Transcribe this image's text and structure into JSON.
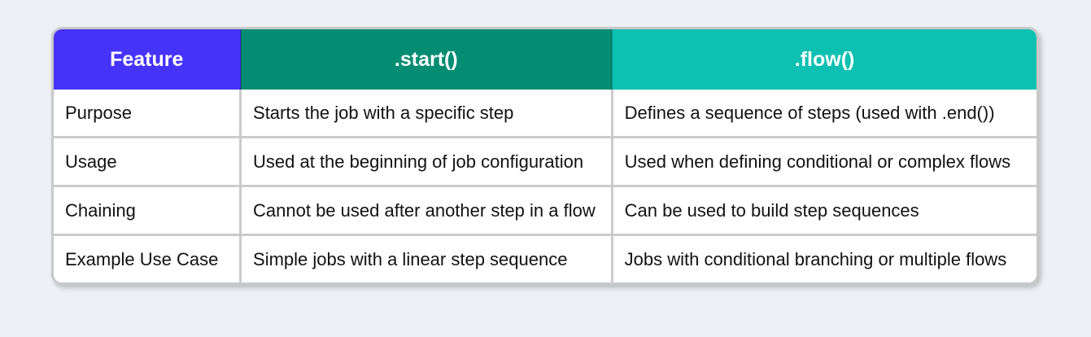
{
  "colors": {
    "page_background": "#edf0f4",
    "header_backgrounds": [
      "#4633fa",
      "#048d73",
      "#0cc1b2"
    ],
    "header_text": "#ffffff",
    "body_text": "#111111",
    "cell_background": "#ffffff",
    "inner_border": "#cbcbcb",
    "outer_border": "#c9c9c9"
  },
  "chart_data": {
    "type": "table",
    "title": "",
    "columns": [
      "Feature",
      ".start()",
      ".flow()"
    ],
    "rows": [
      [
        "Purpose",
        "Starts the job with a specific step",
        "Defines a sequence of steps (used with .end())"
      ],
      [
        "Usage",
        "Used at the beginning of job configuration",
        "Used when defining conditional or complex flows"
      ],
      [
        "Chaining",
        "Cannot be used after another step in a flow",
        "Can be used to build step sequences"
      ],
      [
        "Example Use Case",
        "Simple jobs with a linear step sequence",
        "Jobs with conditional branching or multiple flows"
      ]
    ]
  }
}
